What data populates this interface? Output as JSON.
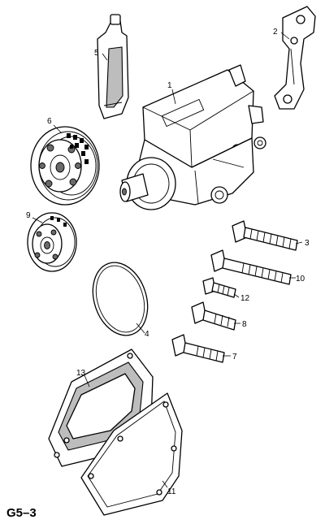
{
  "figure_code": "G5–3",
  "callouts": {
    "pump": "1",
    "bracket": "2",
    "bolt_long": "3",
    "seal_ring": "4",
    "sealant": "5",
    "sprocket": "6",
    "bolt_7": "7",
    "bolt_8": "8",
    "hub": "9",
    "bolt_10": "10",
    "gasket_11": "11",
    "bolt_12": "12",
    "gasket_13": "13"
  }
}
